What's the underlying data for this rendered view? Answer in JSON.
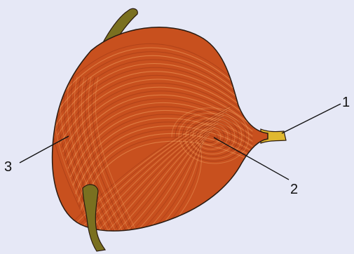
{
  "colors": {
    "background": "#e6e8f6",
    "organ_fill": "#c8501e",
    "organ_fiber_light": "#f0a060",
    "organ_fiber_dark": "#8a2a10",
    "ureter_fill": "#7a7020",
    "urethra_fill": "#e0b830",
    "outline": "#2a1a10",
    "callout_line": "#111111"
  },
  "callouts": [
    {
      "id": "1",
      "label": "1"
    },
    {
      "id": "2",
      "label": "2"
    },
    {
      "id": "3",
      "label": "3"
    }
  ]
}
